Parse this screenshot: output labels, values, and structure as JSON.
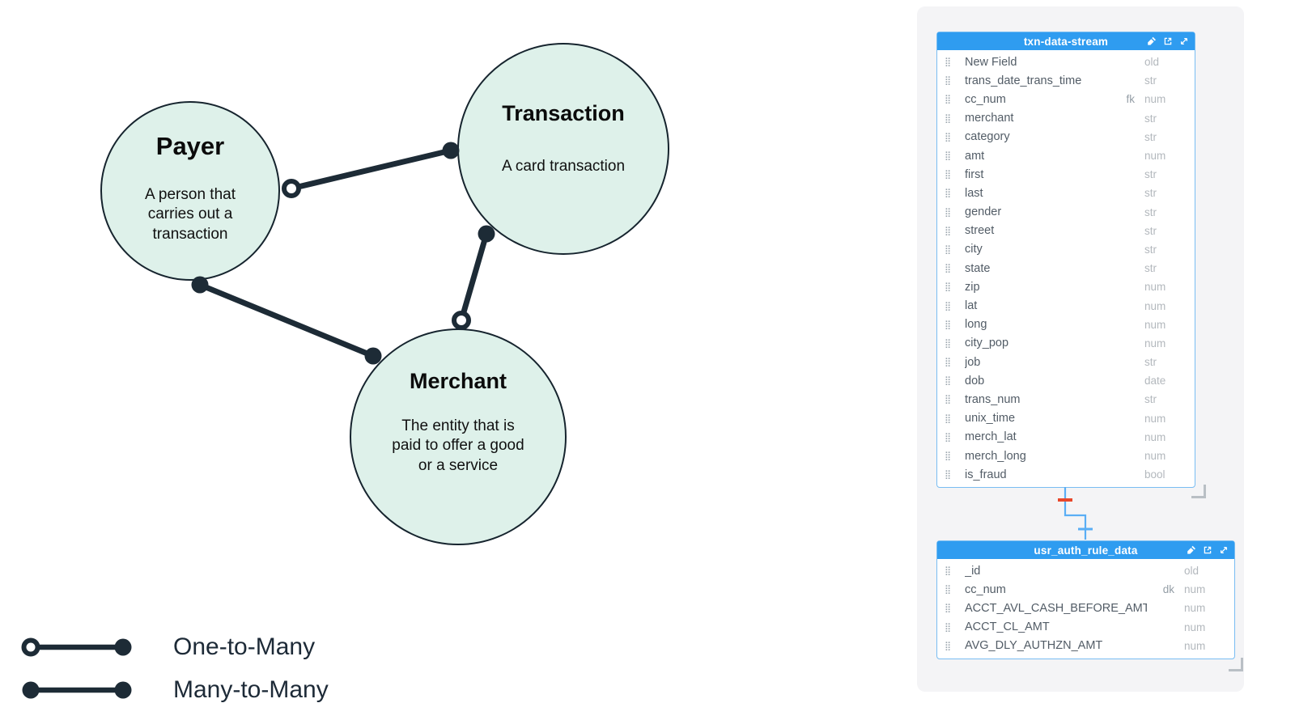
{
  "diagram": {
    "nodes": [
      {
        "id": "payer",
        "title": "Payer",
        "description": "A person that carries out a transaction"
      },
      {
        "id": "transaction",
        "title": "Transaction",
        "description": "A card transaction"
      },
      {
        "id": "merchant",
        "title": "Merchant",
        "description": "The entity that is paid to offer a good or a service"
      }
    ],
    "edges": [
      {
        "from": "payer",
        "to": "transaction",
        "type": "one-to-many",
        "one_end": "payer"
      },
      {
        "from": "transaction",
        "to": "merchant",
        "type": "one-to-many",
        "one_end": "merchant"
      },
      {
        "from": "payer",
        "to": "merchant",
        "type": "many-to-many"
      }
    ],
    "legend": [
      {
        "label": "One-to-Many"
      },
      {
        "label": "Many-to-Many"
      }
    ],
    "colors": {
      "node_fill": "#def1ea",
      "node_border": "#16242e",
      "edge": "#1d2b36"
    }
  },
  "schema_panel": {
    "background": "#f4f4f6",
    "header_color": "#2f9cf0",
    "table_border_color": "#79bdf2",
    "relationship_line_color": "#5aaef5",
    "relationship_one_tick_color": "#e8472b",
    "header_icons": [
      "pipette-icon",
      "open-in-new-icon",
      "expand-icon"
    ],
    "tables": [
      {
        "name": "txn-data-stream",
        "fields": [
          {
            "name": "New Field",
            "key": "",
            "type": "old"
          },
          {
            "name": "trans_date_trans_time",
            "key": "",
            "type": "str"
          },
          {
            "name": "cc_num",
            "key": "fk",
            "type": "num"
          },
          {
            "name": "merchant",
            "key": "",
            "type": "str"
          },
          {
            "name": "category",
            "key": "",
            "type": "str"
          },
          {
            "name": "amt",
            "key": "",
            "type": "num"
          },
          {
            "name": "first",
            "key": "",
            "type": "str"
          },
          {
            "name": "last",
            "key": "",
            "type": "str"
          },
          {
            "name": "gender",
            "key": "",
            "type": "str"
          },
          {
            "name": "street",
            "key": "",
            "type": "str"
          },
          {
            "name": "city",
            "key": "",
            "type": "str"
          },
          {
            "name": "state",
            "key": "",
            "type": "str"
          },
          {
            "name": "zip",
            "key": "",
            "type": "num"
          },
          {
            "name": "lat",
            "key": "",
            "type": "num"
          },
          {
            "name": "long",
            "key": "",
            "type": "num"
          },
          {
            "name": "city_pop",
            "key": "",
            "type": "num"
          },
          {
            "name": "job",
            "key": "",
            "type": "str"
          },
          {
            "name": "dob",
            "key": "",
            "type": "date"
          },
          {
            "name": "trans_num",
            "key": "",
            "type": "str"
          },
          {
            "name": "unix_time",
            "key": "",
            "type": "num"
          },
          {
            "name": "merch_lat",
            "key": "",
            "type": "num"
          },
          {
            "name": "merch_long",
            "key": "",
            "type": "num"
          },
          {
            "name": "is_fraud",
            "key": "",
            "type": "bool"
          }
        ]
      },
      {
        "name": "usr_auth_rule_data",
        "fields": [
          {
            "name": "_id",
            "key": "",
            "type": "old"
          },
          {
            "name": "cc_num",
            "key": "dk",
            "type": "num"
          },
          {
            "name": "ACCT_AVL_CASH_BEFORE_AMT",
            "key": "",
            "type": "num"
          },
          {
            "name": "ACCT_CL_AMT",
            "key": "",
            "type": "num"
          },
          {
            "name": "AVG_DLY_AUTHZN_AMT",
            "key": "",
            "type": "num"
          }
        ]
      }
    ]
  }
}
